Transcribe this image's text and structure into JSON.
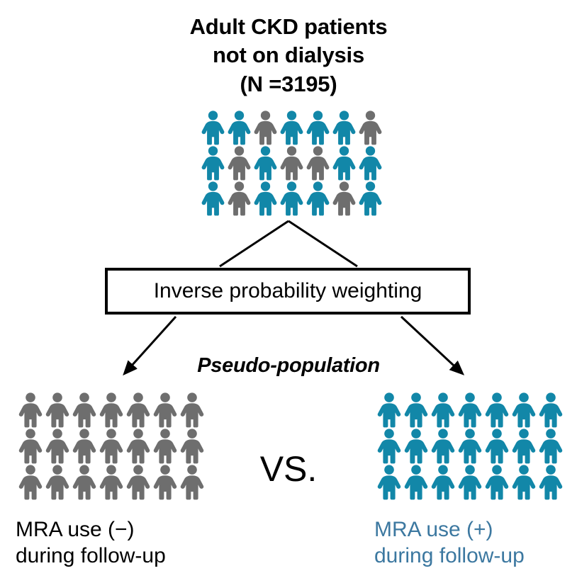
{
  "title": {
    "line1": "Adult CKD patients",
    "line2": "not on dialysis",
    "line3": "(N =3195)"
  },
  "colors": {
    "blue_figure": "#1287A8",
    "gray_figure": "#6E6E6E",
    "caption_blue": "#3C78A0",
    "text_black": "#000000",
    "background": "#FFFFFF"
  },
  "cohort_grid": {
    "name": "source-population",
    "rows": 3,
    "columns": 7,
    "total_figures": 21,
    "blue_count": 14,
    "gray_count": 7,
    "pattern": [
      [
        "blue",
        "blue",
        "gray",
        "blue",
        "blue",
        "blue",
        "gray"
      ],
      [
        "blue",
        "gray",
        "blue",
        "gray",
        "gray",
        "blue",
        "blue"
      ],
      [
        "blue",
        "gray",
        "blue",
        "blue",
        "blue",
        "gray",
        "blue"
      ]
    ]
  },
  "process_box": {
    "label": "Inverse probability weighting"
  },
  "pseudo_population_label": "Pseudo-population",
  "comparison_label": "VS.",
  "left_group": {
    "grid": {
      "name": "mra-negative-population",
      "rows": 3,
      "columns": 7,
      "total_figures": 21,
      "pattern": [
        [
          "gray",
          "gray",
          "gray",
          "gray",
          "gray",
          "gray",
          "gray"
        ],
        [
          "gray",
          "gray",
          "gray",
          "gray",
          "gray",
          "gray",
          "gray"
        ],
        [
          "gray",
          "gray",
          "gray",
          "gray",
          "gray",
          "gray",
          "gray"
        ]
      ]
    },
    "caption_line1": "MRA use (−)",
    "caption_line2": "during follow-up"
  },
  "right_group": {
    "grid": {
      "name": "mra-positive-population",
      "rows": 3,
      "columns": 7,
      "total_figures": 21,
      "pattern": [
        [
          "blue",
          "blue",
          "blue",
          "blue",
          "blue",
          "blue",
          "blue"
        ],
        [
          "blue",
          "blue",
          "blue",
          "blue",
          "blue",
          "blue",
          "blue"
        ],
        [
          "blue",
          "blue",
          "blue",
          "blue",
          "blue",
          "blue",
          "blue"
        ]
      ]
    },
    "caption_line1": "MRA use (+)",
    "caption_line2": "during follow-up"
  }
}
